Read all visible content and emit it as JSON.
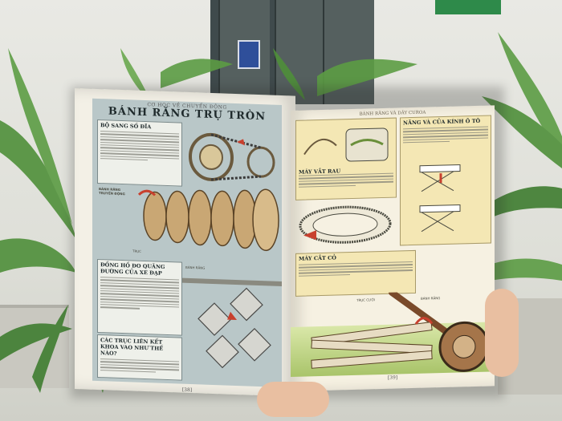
{
  "left_page": {
    "running_head": "CƠ HỌC VỀ CHUYỂN ĐỘNG",
    "title": "BÁNH RĂNG TRỤ TRÒN",
    "box_gear_disc": {
      "heading": "BỘ SANG SỐ ĐĨA"
    },
    "box_odometer": {
      "heading": "ĐỒNG HỒ ĐO QUÃNG ĐƯỜNG CỦA XE ĐẠP"
    },
    "box_how": {
      "heading": "CÁC TRỤC LIÊN KẾT KHOA VAO NHƯ THẾ NÀO?"
    },
    "label_drive_gear": "BÁNH RĂNG TRUYỀN ĐỘNG",
    "label_shaft": "TRỤC",
    "label_gear": "BÁNH RĂNG",
    "folio": "[38]"
  },
  "right_page": {
    "running_head": "BÁNH RĂNG VÀ DÂY CUROA",
    "box_salad": {
      "heading": "MÁY VẮT RAU"
    },
    "box_lift": {
      "heading": "NÂNG VÀ CỦA KÍNH Ô TÔ"
    },
    "box_mower": {
      "heading": "MÁY CẮT CỎ"
    },
    "label_shaft": "TRỤC CƯỚI",
    "label_gear": "BÁNH RĂNG",
    "folio": "[39]"
  },
  "colors": {
    "left_frame": "#b9c7c8",
    "right_box": "#f4e7b4",
    "leaf": "#4f8f3a",
    "accent_red": "#c8402e"
  }
}
